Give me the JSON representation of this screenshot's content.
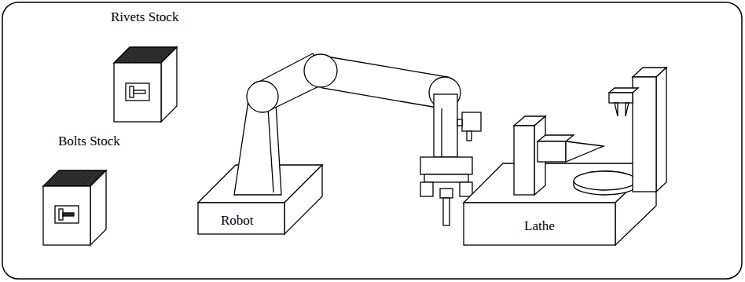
{
  "diagram": {
    "nodes": [
      {
        "text": [
          "Rivets Stock"
        ]
      },
      {
        "text": [
          "Bolts Stock"
        ]
      },
      {
        "text": [
          "Robot"
        ]
      },
      {
        "text": [
          "Lathe"
        ]
      }
    ]
  }
}
